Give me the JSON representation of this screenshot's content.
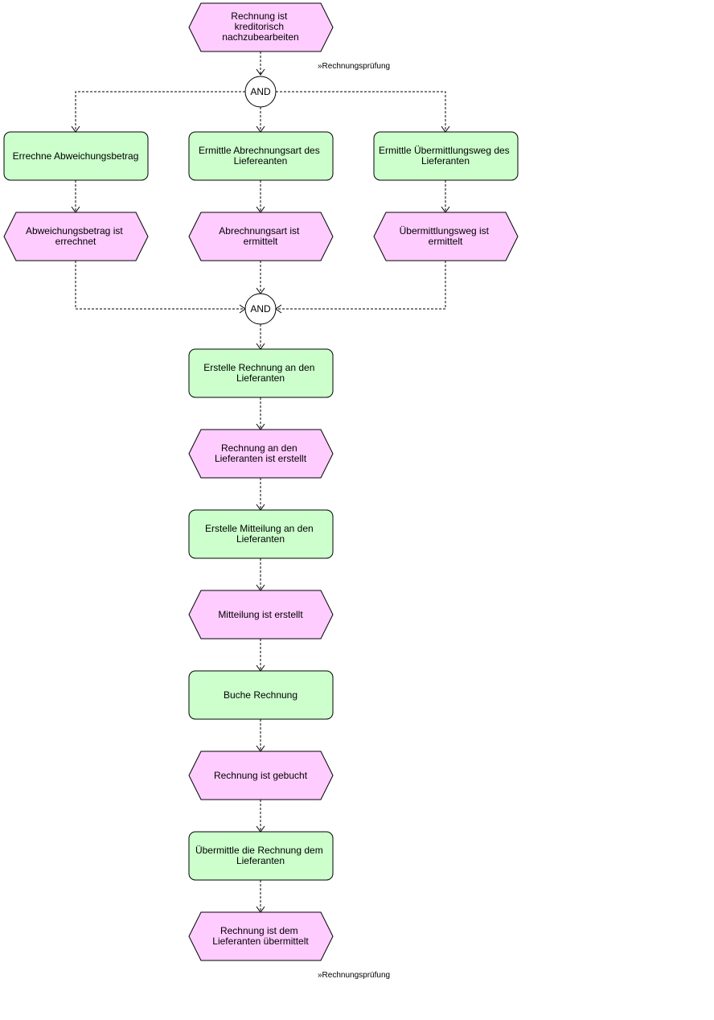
{
  "colors": {
    "event_fill": "#ffccff",
    "function_fill": "#ccffcc",
    "gateway_fill": "#ffffff",
    "stroke": "#000000"
  },
  "references": {
    "top": "»Rechnungsprüfung",
    "bottom": "»Rechnungsprüfung"
  },
  "gateways": {
    "split": "AND",
    "join": "AND"
  },
  "events": {
    "start": [
      "Rechnung ist",
      "kreditorisch",
      "nachzubearbeiten"
    ],
    "deviation_calculated": [
      "Abweichungsbetrag ist",
      "errechnet"
    ],
    "billing_type_determined": [
      "Abrechnungsart ist",
      "ermittelt"
    ],
    "transmission_determined": [
      "Übermittlungsweg ist",
      "ermittelt"
    ],
    "invoice_created": [
      "Rechnung an den",
      "Lieferanten ist erstellt"
    ],
    "notice_created": [
      "Mitteilung ist erstellt"
    ],
    "invoice_booked": [
      "Rechnung ist gebucht"
    ],
    "invoice_transmitted": [
      "Rechnung ist dem",
      "Lieferanten übermittelt"
    ]
  },
  "functions": {
    "calc_deviation": [
      "Errechne Abweichungsbetrag"
    ],
    "determine_billing_type": [
      "Ermittle Abrechnungsart des",
      "Liefereanten"
    ],
    "determine_transmission": [
      "Ermittle Übermittlungsweg des",
      "Lieferanten"
    ],
    "create_invoice": [
      "Erstelle Rechnung an den",
      "Lieferanten"
    ],
    "create_notice": [
      "Erstelle Mitteilung an den",
      "Lieferanten"
    ],
    "book_invoice": [
      "Buche Rechnung"
    ],
    "transmit_invoice": [
      "Übermittle die Rechnung dem",
      "Lieferanten"
    ]
  }
}
